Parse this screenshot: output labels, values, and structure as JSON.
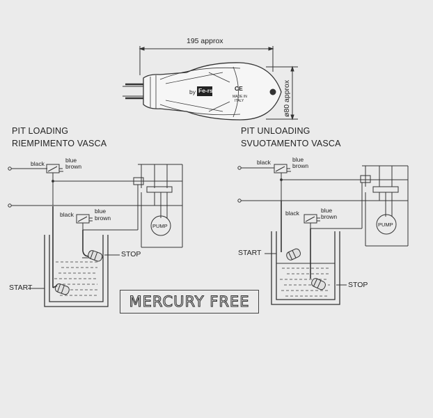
{
  "dimensions": {
    "length": "195 approx",
    "diameter": "ø80 approx"
  },
  "float_switch": {
    "brand_prefix": "by",
    "brand": "Fe-rs",
    "mark": "CE",
    "made_in": "MADE IN",
    "country": "ITALY"
  },
  "left_diagram": {
    "title": "PIT LOADING",
    "subtitle": "RIEMPIMENTO VASCA",
    "switch_top": {
      "black": "black",
      "blue": "blue",
      "brown": "brown"
    },
    "switch_bottom": {
      "black": "black",
      "blue": "blue",
      "brown": "brown"
    },
    "pump": "PUMP",
    "stop": "STOP",
    "start": "START"
  },
  "right_diagram": {
    "title": "PIT UNLOADING",
    "subtitle": "SVUOTAMENTO VASCA",
    "switch_top": {
      "black": "black",
      "blue": "blue",
      "brown": "brown"
    },
    "switch_bottom": {
      "black": "black",
      "blue": "blue",
      "brown": "brown"
    },
    "pump": "PUMP",
    "start": "START",
    "stop": "STOP"
  },
  "badge": "MERCURY FREE"
}
